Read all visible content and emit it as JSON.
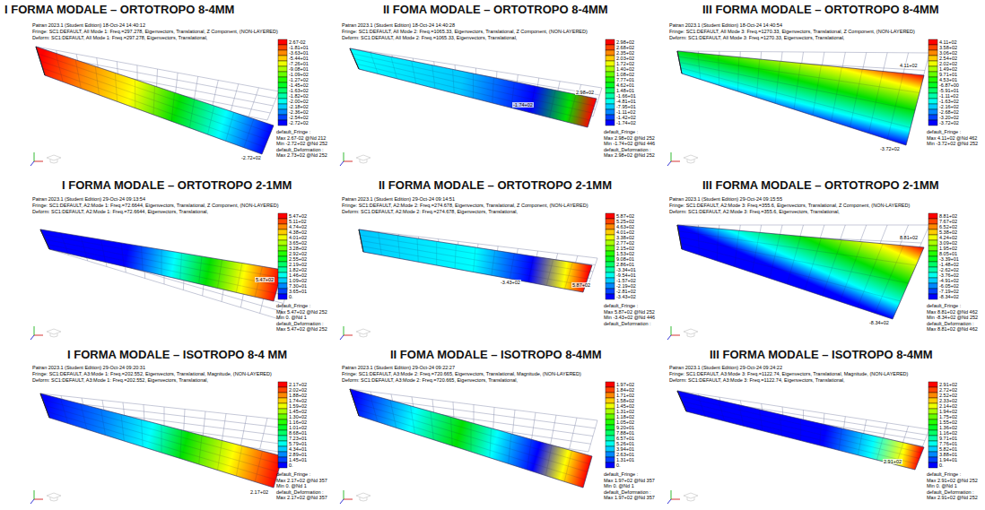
{
  "diagram": {
    "nodes": [
      {
        "text": [
          "I FORMA MODALE – ORTOTROPO 8-4MM",
          "Patran 2023.1 (Student Edition) 18-Oct-24 14:40:12",
          "Fringe: SC1:DEFAULT, All Mode 1: Freq.=297.278, Eigenvectors, Translational, Z Component, (NON-LAYERED)",
          "Deform: SC1:DEFAULT, All Mode 1: Freq.=297.278, Eigenvectors, Translational,",
          "2.67-02",
          "-1.81+01",
          "-3.63+01",
          "-5.44+01",
          "-7.26+01",
          "-9.08+01",
          "-1.09+02",
          "-1.27+02",
          "-1.45+02",
          "-1.63+02",
          "-1.82+02",
          "-2.00+02",
          "-2.18+02",
          "-2.36+02",
          "-2.54+02",
          "-2.72+02",
          "default_Fringe :",
          "Max 2.67-02 @Nd 212",
          "Min -2.72+02 @Nd 252",
          "default_Deformation :",
          "Max 2.73+02 @Nd 252",
          "-2.72+02"
        ]
      },
      {
        "text": [
          "II FOMA MODALE – ORTOTROPO 8-4MM",
          "Patran 2023.1 (Student Edition) 18-Oct-24 14:40:28",
          "Fringe: SC1:DEFAULT, All Mode 2: Freq.=1065.33, Eigenvectors, Translational, Z Component, (NON-LAYERED)",
          "Deform: SC1:DEFAULT, All Mode 2: Freq.=1065.33, Eigenvectors, Translational,",
          "2.98+02",
          "2.68+02",
          "2.35+02",
          "2.03+02",
          "1.72+02",
          "1.40+02",
          "1.08+02",
          "7.77+01",
          "4.62+01",
          "1.48+01",
          "-1.66+01",
          "-4.81+01",
          "-7.95+01",
          "-1.11+02",
          "-1.42+02",
          "-1.74+02",
          "default_Fringe :",
          "Max 2.98+02 @Nd 252",
          "Min -1.74+02 @Nd 446",
          "default_Deformation :",
          "Max 2.98+02 @Nd 252",
          "-1.74+02",
          "2.98+02"
        ]
      },
      {
        "text": [
          "III FORMA MODALE – ORTOTROPO 8-4MM",
          "Patran 2023.1 (Student Edition) 18-Oct-24 14:40:54",
          "Fringe: SC1:DEFAULT, All Mode 3: Freq.=1270.33, Eigenvectors, Translational, Z Component, (NON-LAYERED)",
          "Deform: SC1:DEFAULT, All Mode 3: Freq.=1270.33, Eigenvectors, Translational,",
          "4.11+02",
          "3.58+02",
          "3.06+02",
          "2.54+02",
          "2.02+02",
          "1.49+02",
          "9.71+01",
          "4.53+01",
          "-6.87+00",
          "-5.91+01",
          "-1.11+02",
          "-1.63+02",
          "-2.16+02",
          "-2.68+02",
          "-3.20+02",
          "-3.72+02",
          "default_Fringe :",
          "Max 4.11+02 @Nd 462",
          "Min -3.72+02 @Nd 252",
          "4.11+02",
          "-3.72+02"
        ]
      },
      {
        "text": [
          "I FORMA MODALE – ORTOTROPO 2-1MM",
          "Patran 2023.1 (Student Edition) 29-Oct-24 09:13:54",
          "Fringe: SC1:DEFAULT, A2:Mode 1: Freq.=72.6644, Eigenvectors, Translational, Z Component, (NON-LAYERED)",
          "Deform: SC1:DEFAULT, A2:Mode 1: Freq.=72.6644, Eigenvectors, Translational,",
          "5.47+02",
          "5.11+02",
          "4.74+02",
          "4.38+02",
          "4.01+02",
          "3.65+02",
          "3.28+02",
          "2.92+02",
          "2.55+02",
          "2.19+02",
          "1.82+02",
          "1.46+02",
          "1.09+02",
          "7.30+01",
          "3.65+01",
          "0.",
          "default_Fringe :",
          "Max 5.47+02 @Nd 252",
          "Min 0. @Nd 1",
          "default_Deformation :",
          "Max 5.47+02 @Nd 252",
          "5.47+02"
        ]
      },
      {
        "text": [
          "II FORMA MODALE – ORTOTROPO 2-1MM",
          "Patran 2023.1 (Student Edition) 29-Oct-24 09:14:51",
          "Fringe: SC1:DEFAULT, A2:Mode 2: Freq.=274.678, Eigenvectors, Translational, Z Component, (NON-LAYERED)",
          "Deform: SC1:DEFAULT, A2:Mode 2: Freq.=274.678, Eigenvectors, Translational,",
          "5.87+02",
          "5.25+02",
          "4.63+02",
          "4.01+02",
          "3.38+02",
          "2.77+02",
          "2.15+02",
          "1.53+02",
          "9.08+01",
          "2.86+01",
          "-3.34+01",
          "-9.54+01",
          "-1.57+02",
          "-2.19+02",
          "-2.81+02",
          "-3.43+02",
          "default_Fringe :",
          "Max 5.87+02 @Nd 252",
          "Min -3.43+02 @Nd 446",
          "default_Deformation :",
          "-3.43+02",
          "5.87+02"
        ]
      },
      {
        "text": [
          "III FORMA MODALE – ORTOTROPO 2-1MM",
          "Patran 2023.1 (Student Edition) 29-Oct-24 09:15:55",
          "Fringe: SC1:DEFAULT, A2:Mode 3: Freq.=355.6, Eigenvectors, Translational, Z Component, (NON-LAYERED)",
          "Deform: SC1:DEFAULT, A2:Mode 3: Freq.=355.6, Eigenvectors, Translational,",
          "8.81+02",
          "7.67+02",
          "6.52+02",
          "5.38+02",
          "4.24+02",
          "3.09+02",
          "1.95+02",
          "8.05+01",
          "-3.39+01",
          "-1.48+02",
          "-2.62+02",
          "-3.76+02",
          "-4.91+02",
          "-6.05+02",
          "-7.19+02",
          "-8.34+02",
          "default_Fringe :",
          "Max 8.81+02 @Nd 462",
          "Min -8.34+02 @Nd 252",
          "default_Deformation :",
          "Max 8.81+02 @Nd 462",
          "8.81+02",
          "-8.34+02"
        ]
      },
      {
        "text": [
          "I FORMA MODALE – ISOTROPO 8-4 MM",
          "Patran 2023.1 (Student Edition) 29-Oct-24 09:20:31",
          "Fringe: SC1:DEFAULT, A3:Mode 1: Freq.=202.552, Eigenvectors, Translational, Magnitude, (NON-LAYERED)",
          "Deform: SC1:DEFAULT, A3:Mode 1: Freq.=202.552, Eigenvectors, Translational,",
          "2.17+02",
          "2.02+02",
          "1.88+02",
          "1.74+02",
          "1.59+02",
          "1.45+02",
          "1.30+02",
          "1.16+02",
          "1.01+02",
          "8.68+01",
          "7.23+01",
          "5.79+01",
          "4.34+01",
          "2.89+01",
          "1.45+01",
          "0.",
          "default_Fringe :",
          "Max 2.17+02 @Nd 357",
          "Min 0. @Nd 1",
          "default_Deformation :",
          "Max 2.17+02 @Nd 357",
          "2.17+02"
        ]
      },
      {
        "text": [
          "II FOMA MODALE – ISOTROPO 8-4MM",
          "Patran 2023.1 (Student Edition) 29-Oct-24 09:22:27",
          "Fringe: SC1:DEFAULT, A3:Mode 2: Freq.=720.665, Eigenvectors, Translational, Magnitude, (NON-LAYERED)",
          "Deform: SC1:DEFAULT, A3:Mode 2: Freq.=720.665, Eigenvectors, Translational,",
          "1.97+02",
          "1.84+02",
          "1.71+02",
          "1.58+02",
          "1.45+02",
          "1.31+02",
          "1.18+02",
          "1.05+02",
          "9.20+01",
          "7.88+01",
          "6.57+01",
          "5.26+01",
          "3.94+01",
          "2.63+01",
          "1.31+01",
          "0.",
          "default_Fringe :",
          "Max 1.97+02 @Nd 357",
          "Min 0. @Nd 1",
          "default_Deformation :",
          "Max 1.97+02 @Nd 357"
        ]
      },
      {
        "text": [
          "III FORMA MODALE – ISOTROPO 8-4MM",
          "Patran 2023.1 (Student Edition) 29-Oct-24 09:24:22",
          "Fringe: SC1:DEFAULT, A3:Mode 3: Freq.=1122.74, Eigenvectors, Translational, Magnitude, (NON-LAYERED)",
          "Deform: SC1:DEFAULT, A3:Mode 3: Freq.=1122.74, Eigenvectors, Translational,",
          "2.91+02",
          "2.72+02",
          "2.52+02",
          "2.33+02",
          "2.14+02",
          "1.94+02",
          "1.75+02",
          "1.55+02",
          "1.36+02",
          "1.16+02",
          "9.71+01",
          "7.76+01",
          "5.82+01",
          "3.88+01",
          "1.94+01",
          "0.",
          "default_Fringe :",
          "Max 2.91+02 @Nd 252",
          "Min 0. @Nd 1",
          "default_Deformation :",
          "Max 2.91+02 @Nd 252",
          "2.91+02"
        ]
      }
    ]
  }
}
